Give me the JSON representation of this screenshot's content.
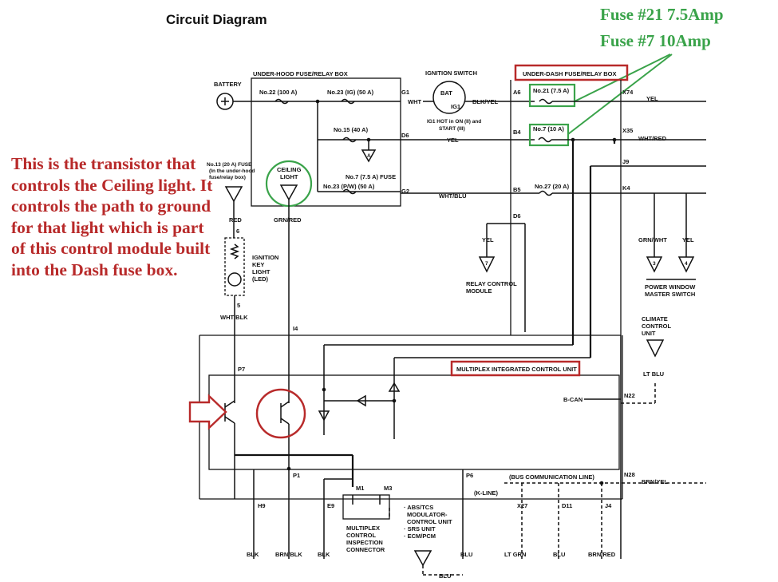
{
  "title": "Circuit Diagram",
  "annotations": {
    "fuse21": "Fuse #21 7.5Amp",
    "fuse7": "Fuse #7 10Amp",
    "transistor_note": "This is the transistor that controls the Ceiling light. It controls the path to ground for that light which is part of this control module built into the Dash fuse box."
  },
  "boxes": {
    "under_hood": "UNDER-HOOD FUSE/RELAY BOX",
    "under_dash": "UNDER-DASH FUSE/RELAY BOX",
    "micu": "MULTIPLEX INTEGRATED CONTROL UNIT"
  },
  "components": {
    "battery": "BATTERY",
    "ignition_switch": "IGNITION SWITCH",
    "bat": "BAT",
    "ig1": "IG1",
    "ig1_note_1": "IG1 HOT in ON (II) and",
    "ig1_note_2": "START (III)",
    "fuse22": "No.22 (100 A)",
    "fuse23ig": "No.23 (IG) (50 A)",
    "fuse15": "No.15 (40 A)",
    "fuse7_75": "No.7 (7.5 A) FUSE",
    "fuse23pw": "No.23 (P/W) (50 A)",
    "fuse21": "No.21 (7.5 A)",
    "fuse7": "No.7 (10 A)",
    "fuse27": "No.27 (20 A)",
    "fuse13_1": "No.13 (20 A) FUSE",
    "fuse13_2": "(In the under-hood",
    "fuse13_3": "fuse/relay box)",
    "ceiling_1": "CEILING",
    "ceiling_2": "LIGHT",
    "ign_key_1": "IGNITION",
    "ign_key_2": "KEY",
    "ign_key_3": "LIGHT",
    "ign_key_4": "(LED)",
    "relay_ctrl_1": "RELAY CONTROL",
    "relay_ctrl_2": "MODULE",
    "pwr_win_1": "POWER WINDOW",
    "pwr_win_2": "MASTER SWITCH",
    "climate_1": "CLIMATE",
    "climate_2": "CONTROL",
    "climate_3": "UNIT",
    "mux_conn_1": "MULTIPLEX",
    "mux_conn_2": "CONTROL",
    "mux_conn_3": "INSPECTION",
    "mux_conn_4": "CONNECTOR",
    "abs_1": "· ABS/TCS",
    "abs_2": "MODULATOR-",
    "abs_3": "CONTROL UNIT",
    "abs_4": "· SRS UNIT",
    "abs_5": "· ECM/PCM",
    "bus_line": "(BUS COMMUNICATION LINE)",
    "kline": "(K-LINE)",
    "bcan": "B-CAN"
  },
  "wires": {
    "wht": "WHT",
    "blk_yel": "BLK/YEL",
    "yel1": "YEL",
    "yel2": "YEL",
    "wht_blu": "WHT/BLU",
    "wht_red": "WHT/RED",
    "red": "RED",
    "grn_red": "GRN/RED",
    "wht_blk": "WHT/BLK",
    "yel_rcm": "YEL",
    "grn_wht": "GRN/WHT",
    "yel_pw": "YEL",
    "lt_blu": "LT BLU",
    "brn_yel": "BRN/YEL",
    "blk1": "BLK",
    "brn_blk": "BRN/BLK",
    "blk2": "BLK",
    "blu1": "BLU",
    "lt_grn": "LT GRN",
    "blu2": "BLU",
    "brn_red": "BRN/RED",
    "blu3": "BLU"
  },
  "connectors": {
    "g1": "G1",
    "d6a": "D6",
    "g2": "G2",
    "a6": "A6",
    "b4": "B4",
    "b5": "B5",
    "d6b": "D6",
    "x74": "X74",
    "x35": "X35",
    "j9": "J9",
    "k4": "K4",
    "p7": "P7",
    "i4": "I4",
    "p1": "P1",
    "p6": "P6",
    "m1": "M1",
    "m3": "M3",
    "h9": "H9",
    "e9": "E9",
    "x27": "X27",
    "d11": "D11",
    "j4": "J4",
    "n22": "N22",
    "n28": "N28",
    "pin6": "6",
    "pin5": "5",
    "gA": "A",
    "g7": "7",
    "g3": "3",
    "g4": "4"
  }
}
